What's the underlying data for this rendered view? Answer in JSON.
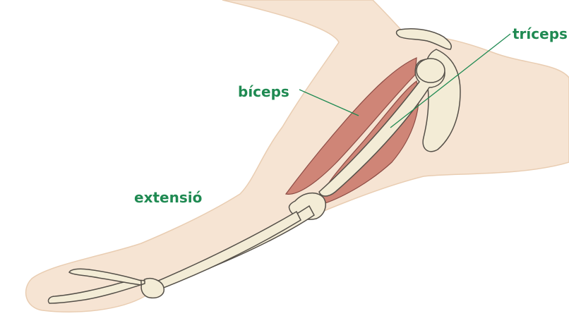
{
  "colors": {
    "label_text": "#1f8a52",
    "leader_line": "#1f8a52",
    "skin_fill": "#f6e4d3",
    "skin_edge": "#e9cdb2",
    "muscle_fill": "#cf8577",
    "muscle_stroke": "#8c4b44",
    "bone_fill": "#f3ecd6",
    "bone_stroke": "#555049"
  },
  "labels": {
    "biceps": "bíceps",
    "triceps": "tríceps",
    "motion": "extensió"
  }
}
